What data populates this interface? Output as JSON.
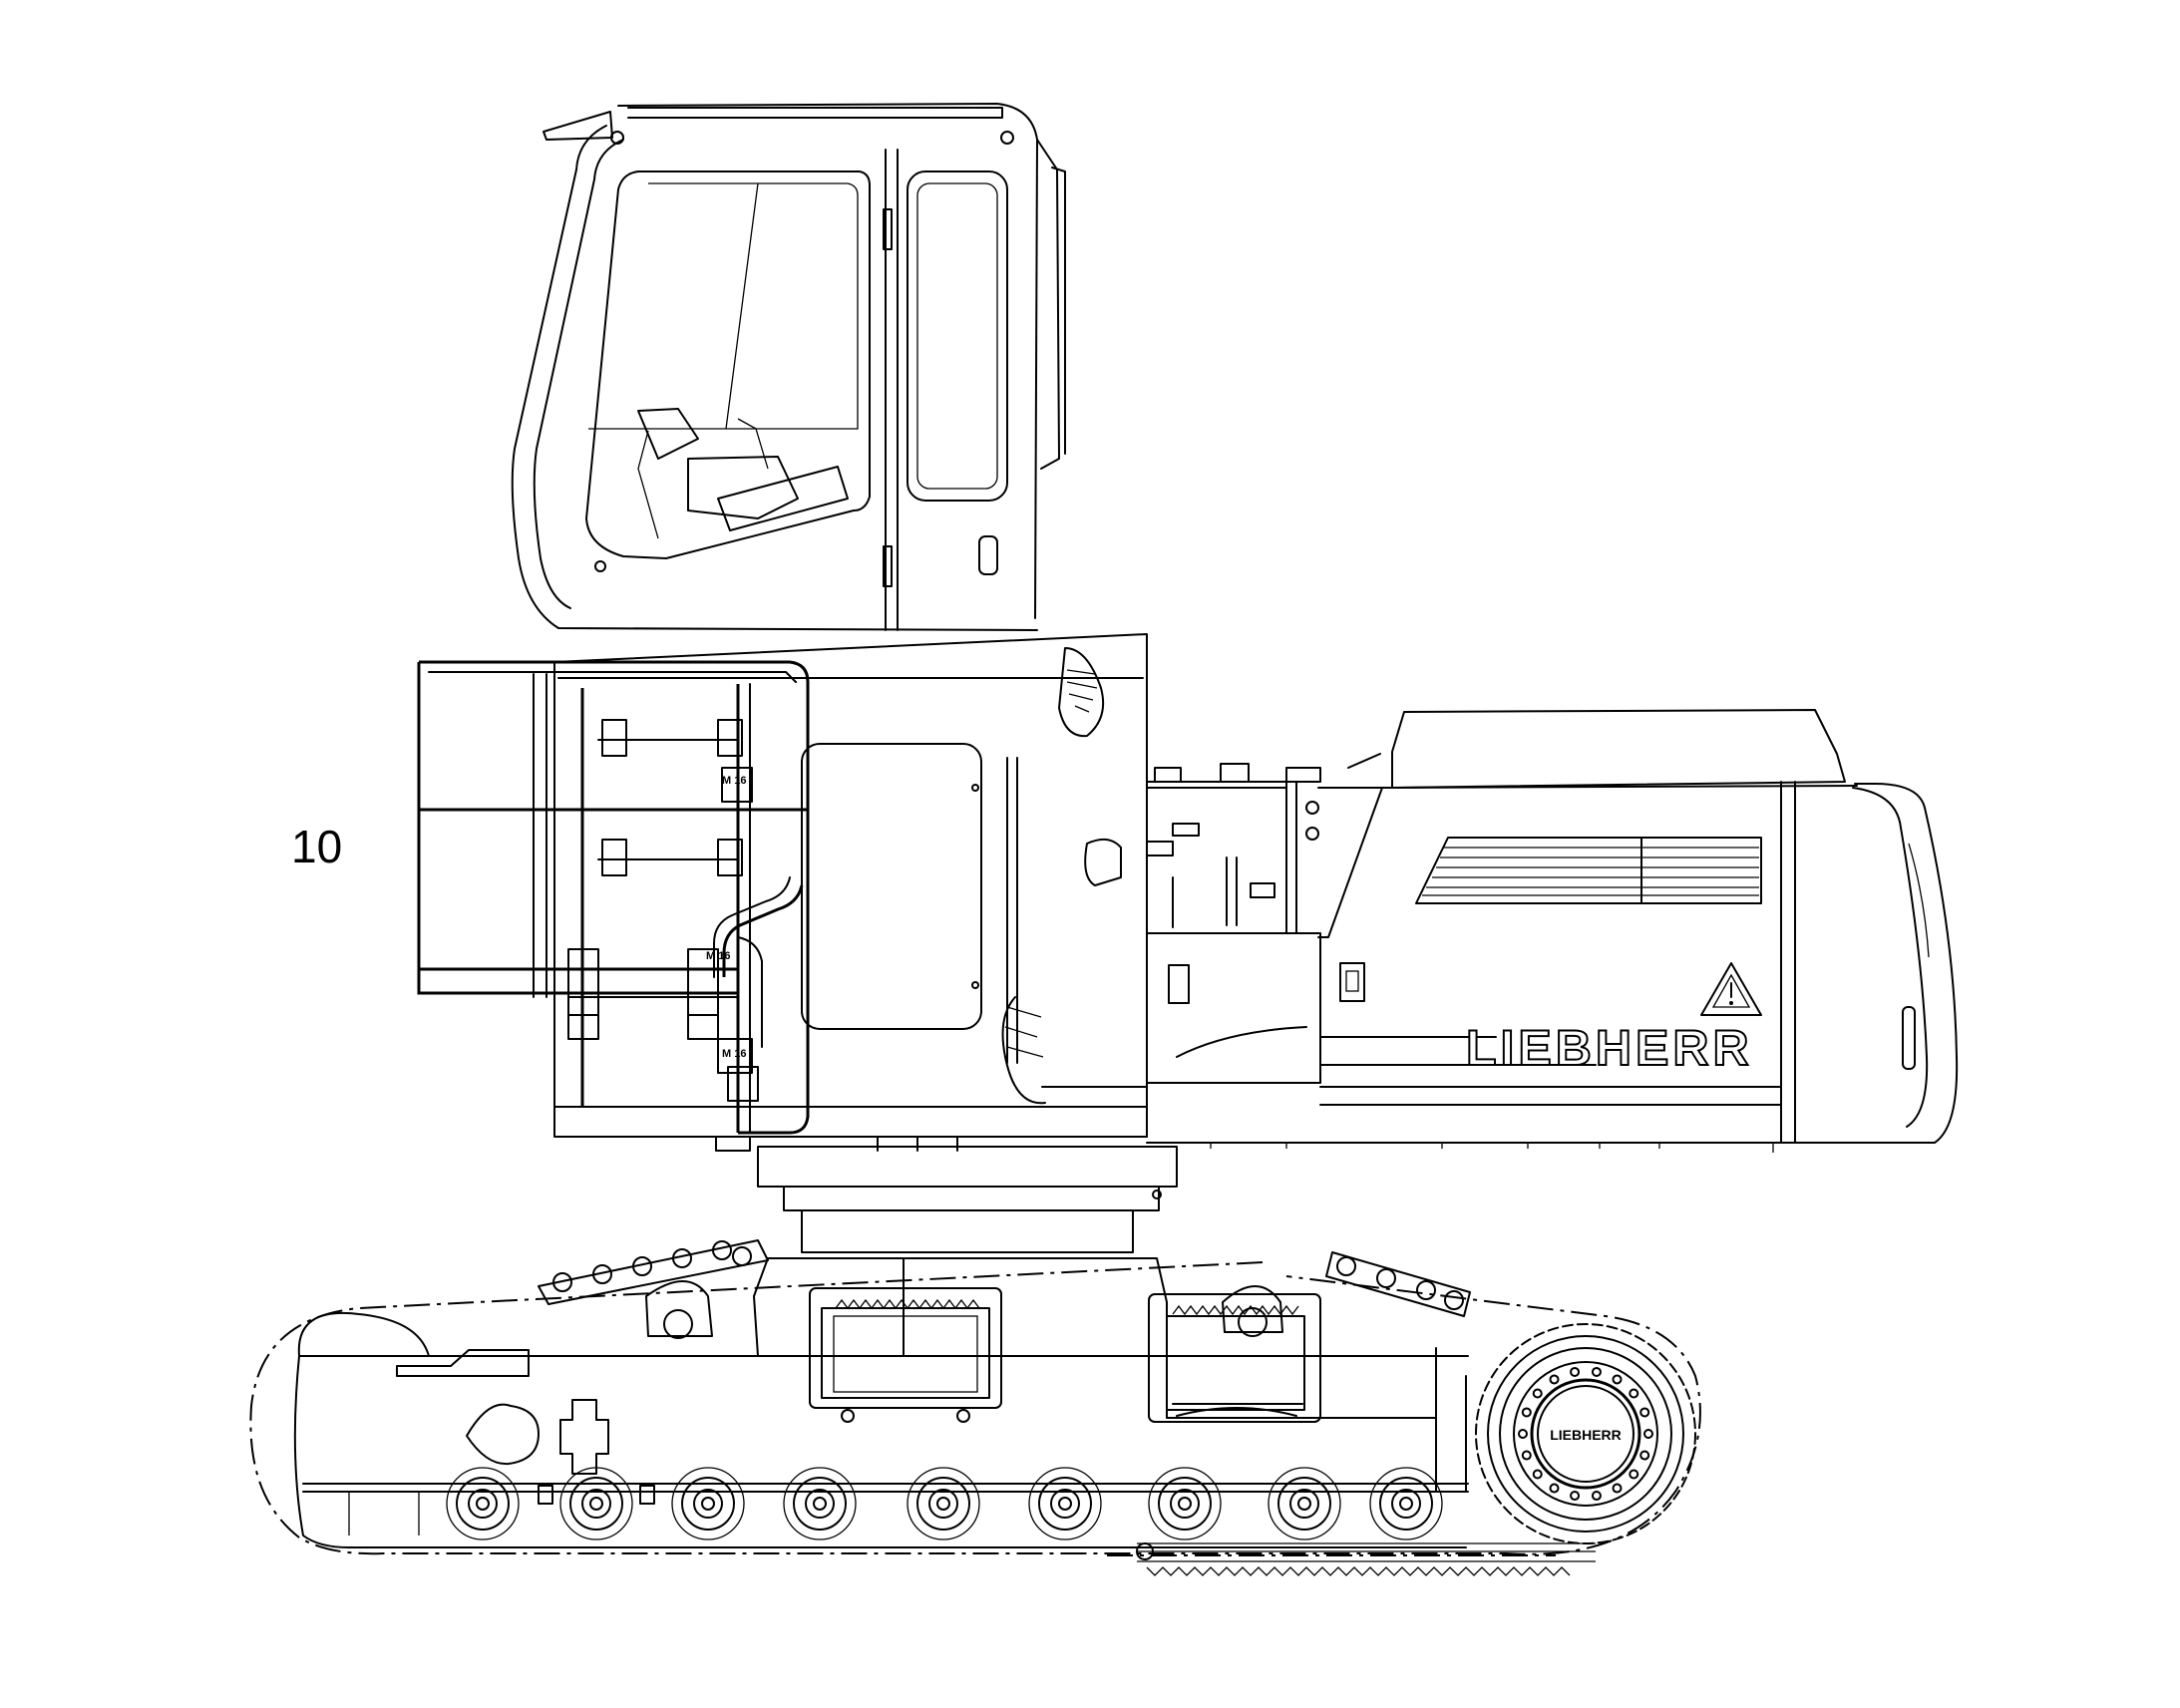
{
  "callout": {
    "label": "10"
  },
  "labels": {
    "brand": "LIEBHERR",
    "sprocket_brand": "LIEBHERR",
    "bolt_size": "M 16"
  },
  "colors": {
    "line": "#000000",
    "background": "#ffffff"
  }
}
